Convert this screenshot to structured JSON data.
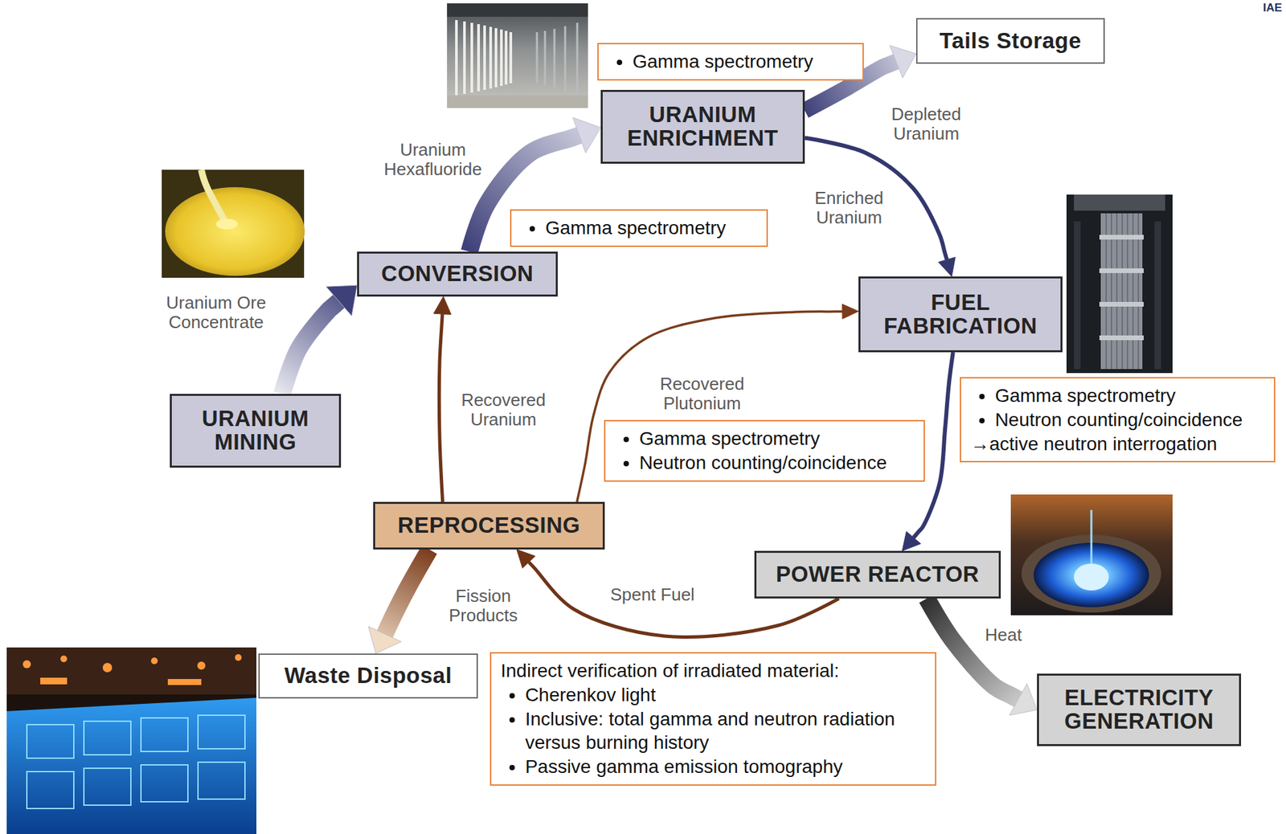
{
  "diagram": {
    "nodes": [
      {
        "text": [
          "URANIUM MINING"
        ]
      },
      {
        "text": [
          "CONVERSION"
        ]
      },
      {
        "text": [
          "URANIUM ENRICHMENT"
        ]
      },
      {
        "text": [
          "Tails Storage"
        ]
      },
      {
        "text": [
          "FUEL FABRICATION"
        ]
      },
      {
        "text": [
          "POWER REACTOR"
        ]
      },
      {
        "text": [
          "ELECTRICITY GENERATION"
        ]
      },
      {
        "text": [
          "REPROCESSING"
        ]
      },
      {
        "text": [
          "Waste Disposal"
        ]
      },
      {
        "text": [
          "Gamma spectrometry"
        ]
      },
      {
        "text": [
          "Gamma spectrometry"
        ]
      },
      {
        "text": [
          "Gamma spectrometry",
          "Neutron counting/coincidence",
          "→active neutron interrogation"
        ]
      },
      {
        "text": [
          "Gamma spectrometry",
          "Neutron counting/coincidence"
        ]
      },
      {
        "text": [
          "Indirect verification of irradiated material:",
          "Cherenkov light",
          "Inclusive: total gamma and neutron radiation versus burning history",
          "Passive gamma emission tomography"
        ]
      }
    ],
    "edges": [
      {
        "from": 0,
        "to": 1,
        "label": "Uranium Ore Concentrate",
        "arrow": "to"
      },
      {
        "from": 1,
        "to": 2,
        "label": "Uranium Hexafluoride",
        "arrow": "to"
      },
      {
        "from": 2,
        "to": 3,
        "label": "Depleted Uranium",
        "arrow": "to"
      },
      {
        "from": 2,
        "to": 4,
        "label": "Enriched Uranium",
        "arrow": "to"
      },
      {
        "from": 4,
        "to": 5,
        "arrow": "to"
      },
      {
        "from": 5,
        "to": 7,
        "label": "Spent Fuel",
        "arrow": "to"
      },
      {
        "from": 7,
        "to": 1,
        "label": "Recovered Uranium",
        "arrow": "to"
      },
      {
        "from": 7,
        "to": 4,
        "label": "Recovered Plutonium",
        "arrow": "to"
      },
      {
        "from": 7,
        "to": 8,
        "label": "Fission Products",
        "arrow": "to"
      },
      {
        "from": 5,
        "to": 6,
        "label": "Heat",
        "arrow": "to"
      }
    ],
    "labels": [
      "IAE"
    ]
  }
}
